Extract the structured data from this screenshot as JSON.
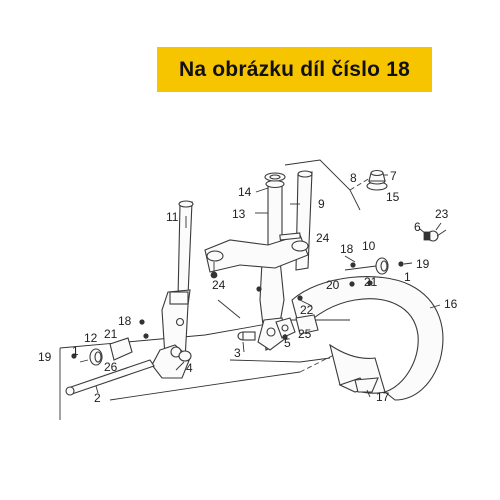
{
  "banner": {
    "text": "Na obrázku díl číslo 18",
    "color": "#f6c500"
  },
  "callouts": [
    {
      "id": "c1",
      "text": "1"
    },
    {
      "id": "c1b",
      "text": "1"
    },
    {
      "id": "c2",
      "text": "2"
    },
    {
      "id": "c3",
      "text": "3"
    },
    {
      "id": "c4",
      "text": "4"
    },
    {
      "id": "c5",
      "text": "5"
    },
    {
      "id": "c6",
      "text": "6"
    },
    {
      "id": "c7",
      "text": "7"
    },
    {
      "id": "c8",
      "text": "8"
    },
    {
      "id": "c9",
      "text": "9"
    },
    {
      "id": "c10",
      "text": "10"
    },
    {
      "id": "c11",
      "text": "11"
    },
    {
      "id": "c12",
      "text": "12"
    },
    {
      "id": "c13",
      "text": "13"
    },
    {
      "id": "c14",
      "text": "14"
    },
    {
      "id": "c15",
      "text": "15"
    },
    {
      "id": "c16",
      "text": "16"
    },
    {
      "id": "c17",
      "text": "17"
    },
    {
      "id": "c18",
      "text": "18"
    },
    {
      "id": "c18b",
      "text": "18"
    },
    {
      "id": "c19",
      "text": "19"
    },
    {
      "id": "c19b",
      "text": "19"
    },
    {
      "id": "c20",
      "text": "20"
    },
    {
      "id": "c21",
      "text": "21"
    },
    {
      "id": "c21b",
      "text": "21"
    },
    {
      "id": "c22",
      "text": "22"
    },
    {
      "id": "c23",
      "text": "23"
    },
    {
      "id": "c24",
      "text": "24"
    },
    {
      "id": "c24b",
      "text": "24"
    },
    {
      "id": "c25",
      "text": "25"
    },
    {
      "id": "c26",
      "text": "26"
    }
  ]
}
